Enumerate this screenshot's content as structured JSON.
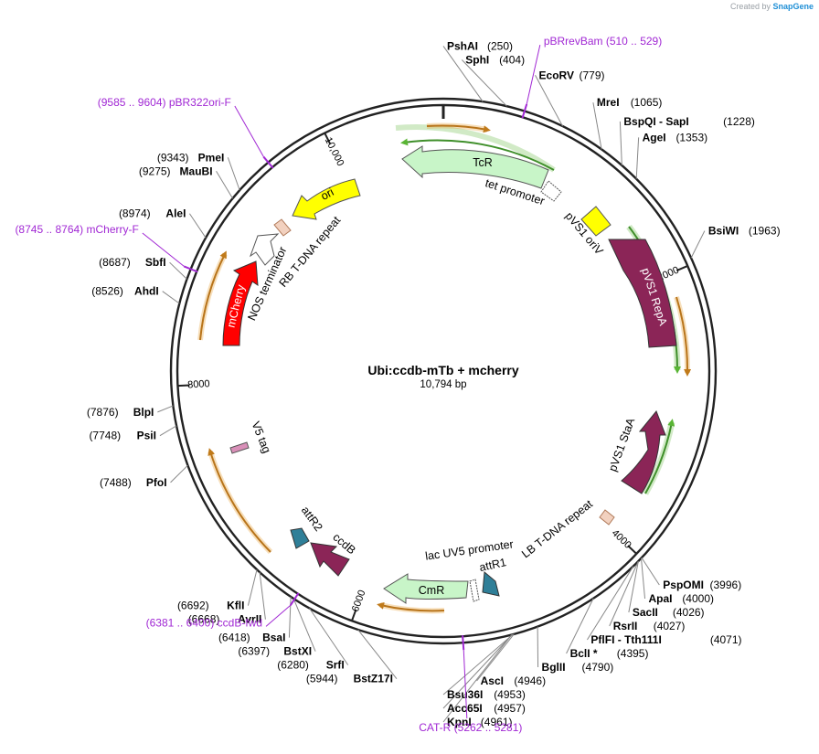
{
  "credit": {
    "prefix": "Created by",
    "brand": "SnapGene"
  },
  "title": "Ubi:ccdb-mTb + mcherry",
  "length_label": "10,794 bp",
  "total_bp": 10794,
  "colors": {
    "tcr": "#c8f5c8",
    "cmr": "#c8f5c8",
    "green_line": "#59b534",
    "orange_line": "#e8a33c",
    "purple_feature": "#8b2557",
    "teal_feature": "#2f7f98",
    "ori": "#ffff00",
    "mcherry": "#ff0000",
    "primer": "#a128d4"
  },
  "ticks": [
    {
      "bp": 2000,
      "label": "2000"
    },
    {
      "bp": 4000,
      "label": "4000"
    },
    {
      "bp": 6000,
      "label": "6000"
    },
    {
      "bp": 8000,
      "label": "8000"
    },
    {
      "bp": 10000,
      "label": "10,000"
    }
  ],
  "sites": [
    {
      "name": "PshAI",
      "pos": "(250)",
      "bp": 250
    },
    {
      "name": "SphI",
      "pos": "(404)",
      "bp": 404
    },
    {
      "name": "EcoRV",
      "pos": "(779)",
      "bp": 779
    },
    {
      "name": "MreI",
      "pos": "(1065)",
      "bp": 1065
    },
    {
      "name": "BspQI",
      "name2": "SapI",
      "pos": "(1228)",
      "bp": 1228
    },
    {
      "name": "AgeI",
      "pos": "(1353)",
      "bp": 1353
    },
    {
      "name": "BsiWI",
      "pos": "(1963)",
      "bp": 1963
    },
    {
      "name": "PspOMI",
      "pos": "(3996)",
      "bp": 3996
    },
    {
      "name": "ApaI",
      "pos": "(4000)",
      "bp": 4000
    },
    {
      "name": "SacII",
      "pos": "(4026)",
      "bp": 4026
    },
    {
      "name": "RsrII",
      "pos": "(4027)",
      "bp": 4027
    },
    {
      "name": "PflFI",
      "name2": "Tth111I",
      "pos": "(4071)",
      "bp": 4071
    },
    {
      "name": "BclI *",
      "pos": "(4395)",
      "bp": 4395
    },
    {
      "name": "BglII",
      "pos": "(4790)",
      "bp": 4790
    },
    {
      "name": "AscI",
      "pos": "(4946)",
      "bp": 4946
    },
    {
      "name": "Bsu36I",
      "pos": "(4953)",
      "bp": 4953
    },
    {
      "name": "Acc65I",
      "pos": "(4957)",
      "bp": 4957
    },
    {
      "name": "KpnI",
      "pos": "(4961)",
      "bp": 4961
    },
    {
      "name": "BstZ17I",
      "pos": "(5944)",
      "bp": 5944
    },
    {
      "name": "SrfI",
      "pos": "(6280)",
      "bp": 6280
    },
    {
      "name": "BstXI",
      "pos": "(6397)",
      "bp": 6397
    },
    {
      "name": "BsaI",
      "pos": "(6418)",
      "bp": 6418
    },
    {
      "name": "AvrII",
      "pos": "(6668)",
      "bp": 6668
    },
    {
      "name": "KflI",
      "pos": "(6692)",
      "bp": 6692
    },
    {
      "name": "PfoI",
      "pos": "(7488)",
      "bp": 7488
    },
    {
      "name": "PsiI",
      "pos": "(7748)",
      "bp": 7748
    },
    {
      "name": "BlpI",
      "pos": "(7876)",
      "bp": 7876
    },
    {
      "name": "AhdI",
      "pos": "(8526)",
      "bp": 8526
    },
    {
      "name": "SbfI",
      "pos": "(8687)",
      "bp": 8687
    },
    {
      "name": "AleI",
      "pos": "(8974)",
      "bp": 8974
    },
    {
      "name": "MauBI",
      "pos": "(9275)",
      "bp": 9275
    },
    {
      "name": "PmeI",
      "pos": "(9343)",
      "bp": 9343
    }
  ],
  "primers": [
    {
      "name": "pBRrevBam",
      "range": "(510 .. 529)",
      "bp": 520
    },
    {
      "name": "CAT-R",
      "range": "(5262 .. 5281)",
      "bp": 5272
    },
    {
      "name": "ccdB-fwd",
      "range": "(6381 .. 6400)",
      "bp": 6390
    },
    {
      "name": "mCherry-F",
      "range": "(8745 .. 8764)",
      "bp": 8755
    },
    {
      "name": "pBR322ori-F",
      "range": "(9585 .. 9604)",
      "bp": 9595
    }
  ],
  "features": [
    {
      "name": "TcR"
    },
    {
      "name": "tet promoter"
    },
    {
      "name": "pVS1 oriV"
    },
    {
      "name": "pVS1 RepA"
    },
    {
      "name": "pVS1 StaA"
    },
    {
      "name": "LB T-DNA repeat"
    },
    {
      "name": "attR1"
    },
    {
      "name": "lac UV5 promoter"
    },
    {
      "name": "CmR"
    },
    {
      "name": "ccdB"
    },
    {
      "name": "attR2"
    },
    {
      "name": "V5 tag"
    },
    {
      "name": "mCherry"
    },
    {
      "name": "NOS terminator"
    },
    {
      "name": "RB T-DNA repeat"
    },
    {
      "name": "ori"
    }
  ]
}
